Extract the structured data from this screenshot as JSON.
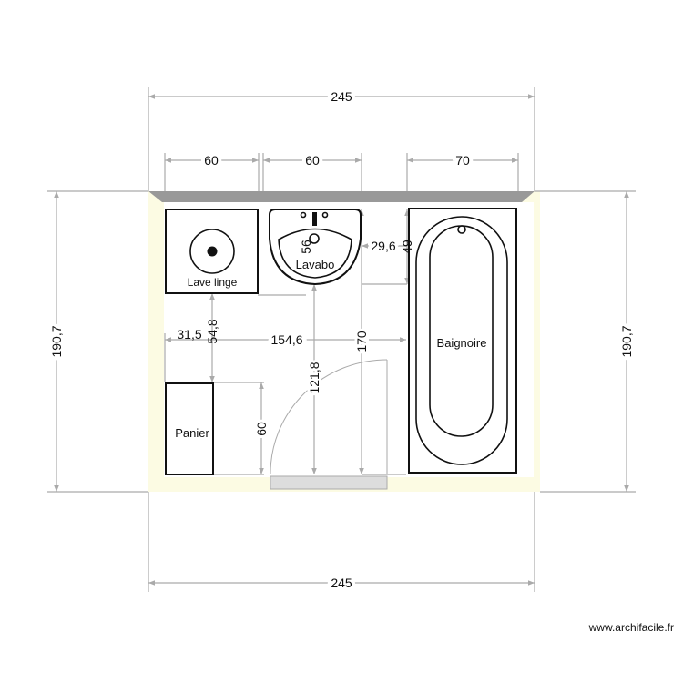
{
  "plan": {
    "dimensions": {
      "top_total": "245",
      "bottom_total": "245",
      "left_height": "190,7",
      "right_height": "190,7",
      "lave_linge_width": "60",
      "lavabo_width": "60",
      "baignoire_width": "70",
      "lavabo_depth": "56",
      "gap_lavabo_baignoire": "29,6",
      "gap_height": "49",
      "left_offset": "31,5",
      "panier_gap": "54,8",
      "inner_width": "154,6",
      "height_170": "170",
      "height_121_8": "121,8",
      "panier_height": "60"
    },
    "objects": {
      "lave_linge": "Lave linge",
      "lavabo": "Lavabo",
      "baignoire": "Baignoire",
      "panier": "Panier"
    },
    "colors": {
      "floor": "#fcfbe3",
      "wall": "#999999",
      "dimension": "#aaaaaa"
    },
    "watermark": "www.archifacile.fr"
  }
}
